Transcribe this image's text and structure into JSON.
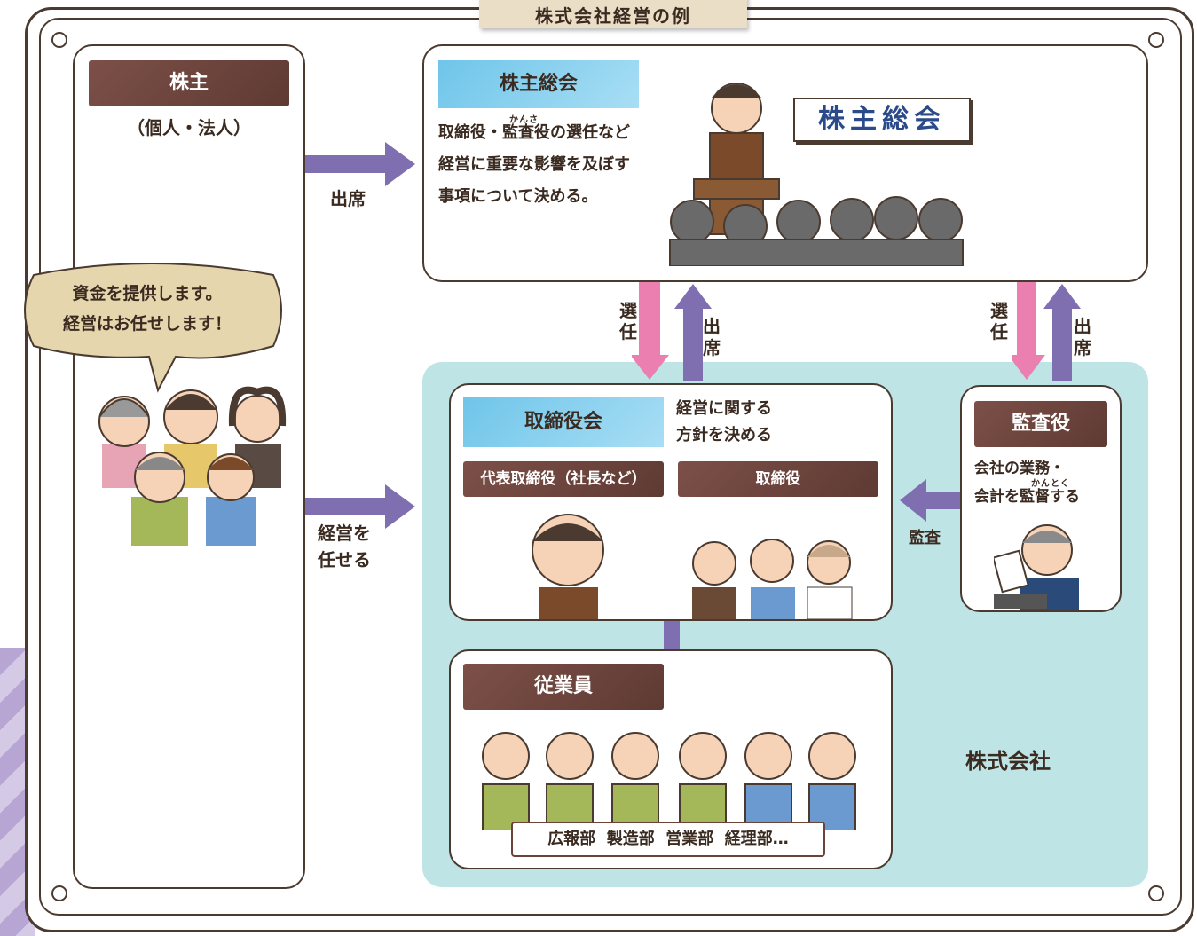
{
  "title": "株式会社経営の例",
  "shareholders": {
    "label": "株主",
    "sub": "（個人・法人）",
    "speech": [
      "資金を提供します。",
      "経営はお任せします！"
    ]
  },
  "arrows": {
    "attend": "出席",
    "entrust": [
      "経営を",
      "任せる"
    ],
    "elect_v": [
      "選",
      "任"
    ],
    "attend_v": [
      "出",
      "席"
    ],
    "audit": "監査"
  },
  "meeting": {
    "label": "株主総会",
    "ruby": "かんさ",
    "lines": [
      "取締役・監査役の選任など",
      "経営に重要な影響を及ぼす",
      "事項について決める。"
    ],
    "sign": "株主総会"
  },
  "company": {
    "name": "株式会社",
    "board": {
      "label": "取締役会",
      "desc": [
        "経営に関する",
        "方針を決める"
      ],
      "rep": "代表取締役（社長など）",
      "directors": "取締役"
    },
    "auditor": {
      "label": "監査役",
      "ruby": "かんとく",
      "lines": [
        "会社の業務・",
        "会計を監督する"
      ]
    },
    "employees": {
      "label": "従業員",
      "depts": "広報部  製造部  営業部  経理部…"
    }
  },
  "colors": {
    "brown": "#6a4339",
    "blue": "#7fcdf0",
    "purple": "#7f6fb0",
    "pink": "#ea7fb0",
    "teal": "#bfe4e6"
  }
}
